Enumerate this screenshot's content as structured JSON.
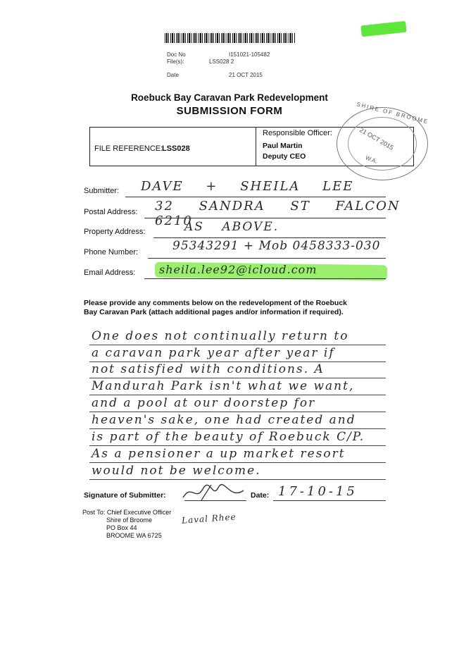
{
  "header": {
    "doc_no_label": "Doc No",
    "doc_no_value": "I151021-105482",
    "files_label": "File(s):",
    "files_value": "LSS028 2",
    "date_label": "Date",
    "date_value": "21 OCT 2015"
  },
  "title": {
    "line1": "Roebuck Bay Caravan Park Redevelopment",
    "line2": "SUBMISSION FORM"
  },
  "reference_box": {
    "file_reference_label": "FILE REFERENCE:",
    "file_reference_value": "LSS028",
    "responsible_officer_label": "Responsible Officer:",
    "officer_name": "Paul Martin",
    "officer_title": "Deputy CEO"
  },
  "stamp": {
    "top_text": "SHIRE OF BROOME",
    "date_text": "21 OCT 2015",
    "bottom_text": "W.A."
  },
  "fields": {
    "submitter_label": "Submitter:",
    "submitter_value": "DAVE + SHEILA LEE",
    "postal_label": "Postal Address:",
    "postal_value": "32 SANDRA ST FALCON 6210",
    "property_label": "Property Address:",
    "property_value": "AS ABOVE.",
    "phone_label": "Phone Number:",
    "phone_value": "95343291 + Mob 0458333-030",
    "email_label": "Email Address:",
    "email_value": "sheila.lee92@icloud.com"
  },
  "comments": {
    "prompt_line1": "Please provide any comments below on the redevelopment of the Roebuck",
    "prompt_line2": "Bay Caravan Park (attach additional pages and/or information if required).",
    "lines": [
      "One does not continually return to",
      "a caravan park year after year if",
      "not satisfied with conditions. A",
      "Mandurah Park isn't what we want,",
      "and a pool at our doorstep for",
      "heaven's sake, one had created and",
      "is part of the beauty of Roebuck C/P.",
      "As a pensioner a up market resort",
      "would not be welcome."
    ]
  },
  "signature": {
    "label": "Signature of Submitter:",
    "date_label": "Date:",
    "date_value": "17-10-15"
  },
  "post_to": {
    "line1": "Post To: Chief Executive Officer",
    "line2": "Shire of Broome",
    "line3": "PO Box 44",
    "line4": "BROOME WA 6725",
    "initials": "Laval Rhee"
  }
}
